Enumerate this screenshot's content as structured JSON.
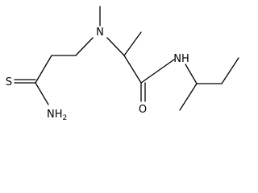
{
  "molecule": {
    "atoms": {
      "amine_nitrogen": "N",
      "amide_nh": "NH",
      "amide_oxygen": "O",
      "thione_sulfur": "S",
      "thioamide_nh2_symbol": "NH",
      "thioamide_nh2_subscript": "2"
    }
  }
}
